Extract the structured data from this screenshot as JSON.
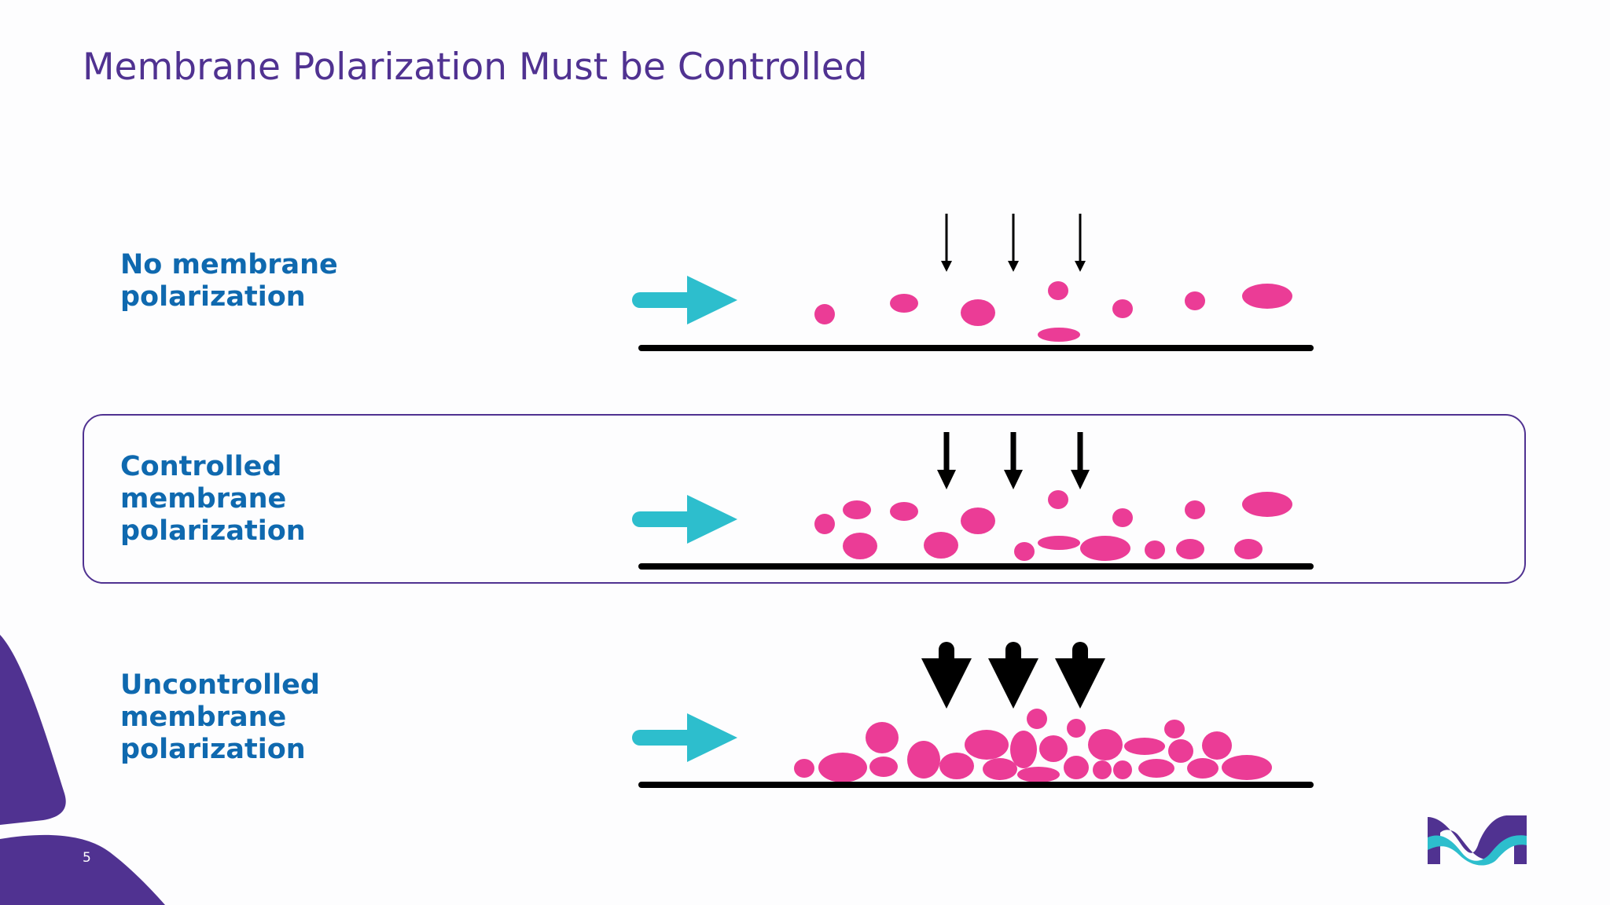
{
  "slide": {
    "title": "Membrane Polarization Must be Controlled",
    "page_number": "5"
  },
  "rows": [
    {
      "label_lines": [
        "No membrane",
        "polarization"
      ],
      "arrow_weight": "thin"
    },
    {
      "label_lines": [
        "Controlled",
        "membrane",
        "polarization"
      ],
      "arrow_weight": "medium",
      "highlighted": true
    },
    {
      "label_lines": [
        "Uncontrolled",
        "membrane",
        "polarization"
      ],
      "arrow_weight": "heavy"
    }
  ],
  "colors": {
    "title": "#503291",
    "label": "#0f69af",
    "particle": "#eb3c96",
    "flow_arrow": "#2dbecd",
    "brand_purple": "#503291",
    "membrane": "#000000"
  },
  "icons": {
    "flow_arrow": "right-arrow-icon",
    "pressure_arrow": "down-arrow-icon",
    "logo": "merck-logo-icon"
  }
}
